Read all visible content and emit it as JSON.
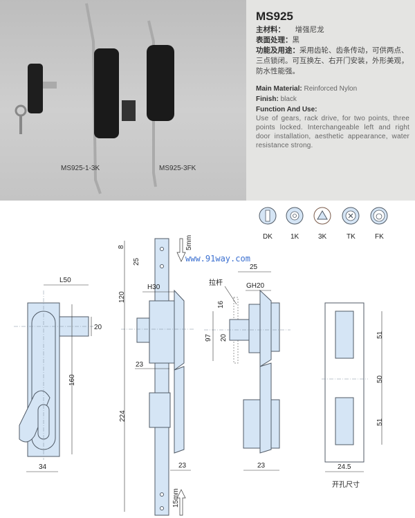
{
  "product": {
    "model": "MS925",
    "cn": {
      "material_label": "主材料：",
      "material": "增强尼龙",
      "finish_label": "表面处理：",
      "finish": "黑",
      "function_label": "功能及用途：",
      "function": "采用齿轮、齿条传动，可供两点、三点锁闭。可互换左、右开门安装，外形美观，防水性能强。"
    },
    "en": {
      "material_label": "Main Material:",
      "material": "Reinforced Nylon",
      "finish_label": "Finish:",
      "finish": "black",
      "function_label": "Function And Use:",
      "function": "Use of gears, rack drive, for two points, three points locked. Interchangeable left and right door installation, aesthetic appearance, water resistance strong."
    }
  },
  "photo_captions": [
    "MS925-1-3K",
    "MS925-3FK"
  ],
  "lock_types": [
    "DK",
    "1K",
    "3K",
    "TK",
    "FK"
  ],
  "watermark": "www.91way.com",
  "dimensions": {
    "l50": "L50",
    "d20a": "20",
    "d160": "160",
    "d34": "34",
    "d8": "8",
    "d25a": "25",
    "d5mm_top": "5mm",
    "d120": "120",
    "h30": "H30",
    "d23a": "23",
    "d224": "224",
    "d23b": "23",
    "d15mm": "15mm",
    "lagan": "拉杆",
    "d25b": "25",
    "gh20": "GH20",
    "d16": "16",
    "d97": "97",
    "d20b": "20",
    "d23c": "23",
    "d51a": "51",
    "d50": "50",
    "d51b": "51",
    "d245": "24.5",
    "cutout_label": "开孔尺寸"
  },
  "colors": {
    "part_fill": "#d5e5f5",
    "outline": "#505a66",
    "watermark": "#3a6fd0"
  }
}
